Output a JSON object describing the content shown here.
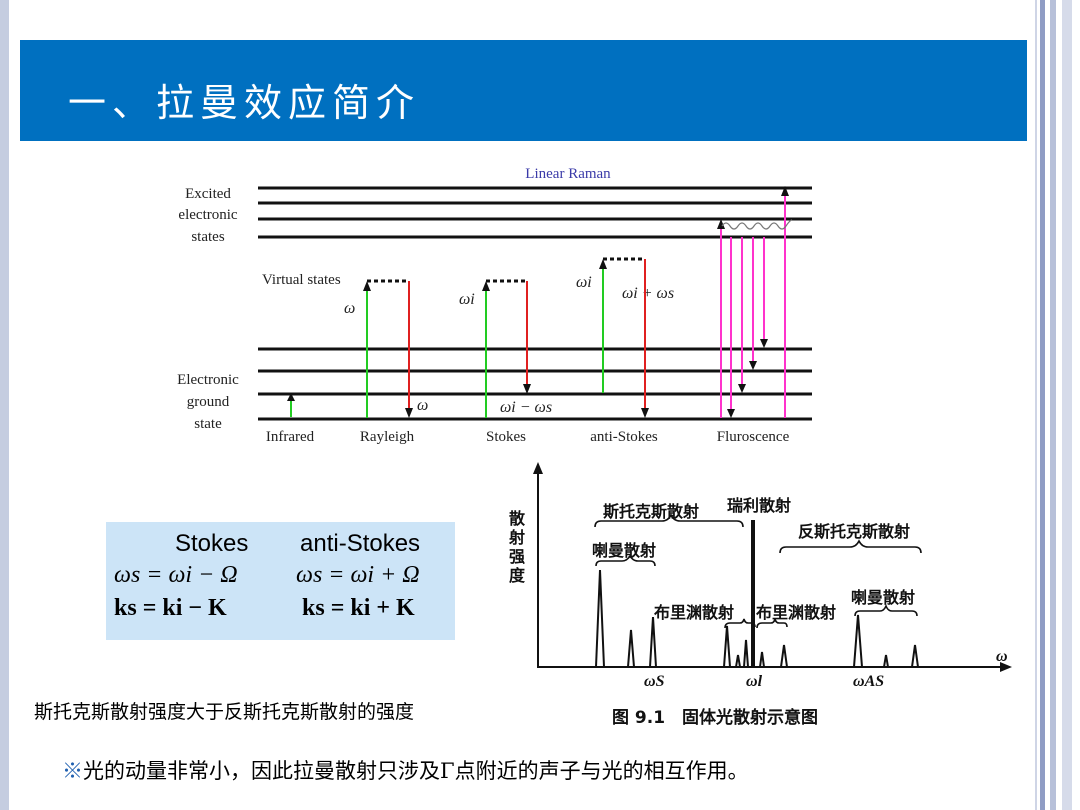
{
  "slide": {
    "title": "一、拉曼效应简介",
    "colors": {
      "banner": "#0070c0",
      "equation_box": "#cce4f7",
      "green_arrow": "#22cc22",
      "red_arrow": "#e02020",
      "magenta_arrow": "#ff33cc"
    }
  },
  "energy_diagram": {
    "title": "Linear Raman",
    "excited_label": [
      "Excited",
      "electronic",
      "states"
    ],
    "virtual_label": "Virtual states",
    "ground_label": [
      "Electronic",
      "ground",
      "state"
    ],
    "processes": [
      "Infrared",
      "Rayleigh",
      "Stokes",
      "anti-Stokes",
      "Fluroscence"
    ],
    "rayleigh_in": "ω",
    "rayleigh_out": "ω",
    "stokes_in": "ωi",
    "stokes_out": "ωi − ωs",
    "antistokes_in": "ωi",
    "antistokes_out": "ωi + ωs"
  },
  "equations": {
    "stokes_header": "Stokes",
    "antistokes_header": "anti-Stokes",
    "stokes_freq": "ωs = ωi − Ω",
    "antistokes_freq": "ωs = ωi + Ω",
    "stokes_wave": "ks = ki − K",
    "antistokes_wave": "ks = ki + K"
  },
  "spectrum": {
    "y_axis_label": "散射强度",
    "x_axis_label": "ω",
    "stokes_group": "斯托克斯散射",
    "rayleigh": "瑞利散射",
    "antistokes_group": "反斯托克斯散射",
    "raman_left": "喇曼散射",
    "brillouin_left": "布里渊散射",
    "brillouin_right": "布里渊散射",
    "raman_right": "喇曼散射",
    "tick_s": "ωS",
    "tick_l": "ωl",
    "tick_as": "ωAS",
    "caption": "图 9.1　固体光散射示意图"
  },
  "notes": {
    "intensity_note": "斯托克斯散射强度大于反斯托克斯散射的强度",
    "momentum_note_mark": "※",
    "momentum_note": "光的动量非常小，因此拉曼散射只涉及Γ点附近的声子与光的相互作用。"
  }
}
